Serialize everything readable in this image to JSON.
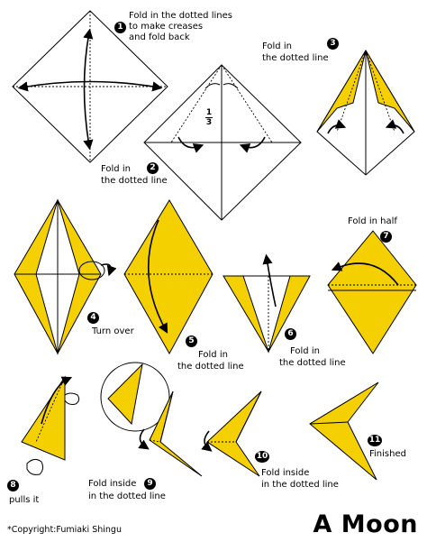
{
  "title": "A Moon",
  "copyright": "*Copyright:Fumiaki Shingu",
  "fraction": {
    "numerator": "1",
    "denominator": "3"
  },
  "steps": [
    {
      "number": "1",
      "text": [
        "Fold in the dotted lines",
        "to make creases",
        "and fold back"
      ]
    },
    {
      "number": "2",
      "text": [
        "Fold in",
        "the dotted line"
      ]
    },
    {
      "number": "3",
      "text": [
        "Fold in",
        "the dotted line"
      ]
    },
    {
      "number": "4",
      "text": [
        "Turn over"
      ]
    },
    {
      "number": "5",
      "text": [
        "Fold in",
        "the dotted line"
      ]
    },
    {
      "number": "6",
      "text": [
        "Fold in",
        "the dotted line"
      ]
    },
    {
      "number": "7",
      "text": [
        "Fold in half"
      ]
    },
    {
      "number": "8",
      "text": [
        "pulls it"
      ]
    },
    {
      "number": "9",
      "text": [
        "Fold inside",
        "in the dotted line"
      ]
    },
    {
      "number": "10",
      "text": [
        "Fold inside",
        "in the dotted line"
      ]
    },
    {
      "number": "11",
      "text": [
        "Finished"
      ]
    }
  ],
  "colors": {
    "paper": "#f5d000",
    "line": "#000000",
    "background": "#ffffff"
  }
}
